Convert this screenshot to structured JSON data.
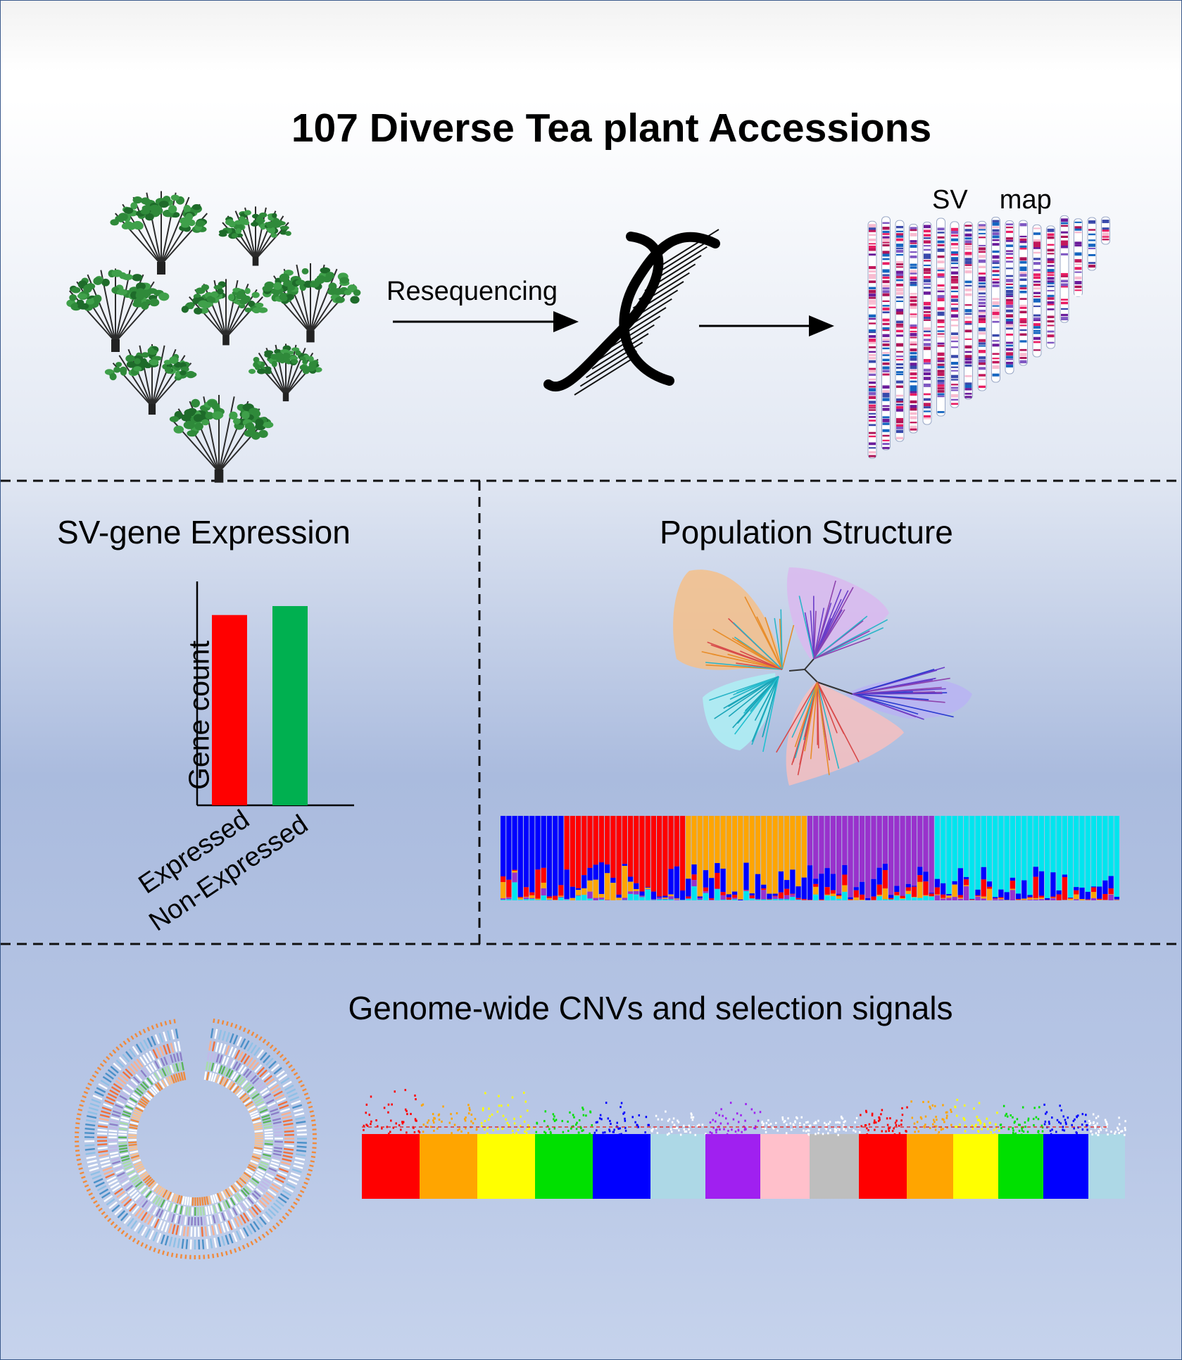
{
  "header": {
    "title": "107 Diverse Tea plant Accessions",
    "resequencing_label": "Resequencing",
    "sv_map_label": "SV  map"
  },
  "panels": {
    "sv_gene_expression": {
      "title": "SV-gene Expression"
    },
    "population_structure": {
      "title": "Population Structure"
    },
    "cnv": {
      "title": "Genome-wide CNVs and selection signals"
    }
  },
  "chart_data": {
    "type": "bar",
    "ylabel": "Gene count",
    "categories": [
      "Expressed",
      "Non-Expressed"
    ],
    "values": [
      0.85,
      0.89
    ],
    "colors": [
      "#ff0000",
      "#00b050"
    ]
  },
  "icons": {
    "trees": "tea-plant-icon",
    "dna": "dna-helix-icon",
    "arrows": "arrow-right-icon"
  },
  "colors": {
    "admixture": [
      "#0000ff",
      "#ff0000",
      "#ffa500",
      "#9932cc",
      "#00e5ee"
    ],
    "manhattan": [
      "#ff0000",
      "#ffa500",
      "#ffff00",
      "#00e000",
      "#0000ff",
      "#add8e6",
      "#a020f0",
      "#ffc0cb",
      "#bebebe",
      "#ff0000",
      "#ffa500",
      "#ffff00",
      "#00e000",
      "#0000ff",
      "#add8e6"
    ],
    "tree_clades": [
      "#f5c08a",
      "#d9b8ee",
      "#b9b3f3",
      "#f6c0c0",
      "#aef0f4"
    ]
  }
}
